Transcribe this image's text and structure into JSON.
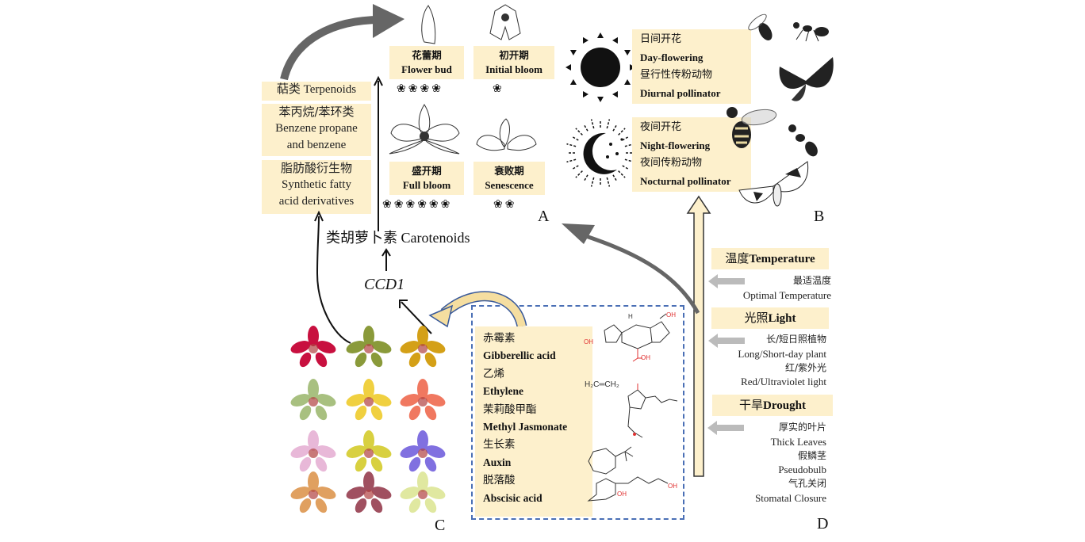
{
  "panels": {
    "a": "A",
    "b": "B",
    "c": "C",
    "d": "D"
  },
  "compounds": [
    {
      "cn": "萜类",
      "en": "Terpenoids"
    },
    {
      "cn": "苯丙烷/苯环类",
      "en": "Benzene propane and benzene"
    },
    {
      "cn": "脂肪酸衍生物",
      "en": "Synthetic fatty acid derivatives"
    }
  ],
  "compounds_display": {
    "c0_line": "萜类 Terpenoids",
    "c1_l1": "苯丙烷/苯环类",
    "c1_l2": "Benzene propane",
    "c1_l3": "and benzene",
    "c2_l1": "脂肪酸衍生物",
    "c2_l2": "Synthetic fatty",
    "c2_l3": "acid derivatives"
  },
  "stages": [
    {
      "cn": "花蕾期",
      "en": "Flower bud",
      "flowers": "❀❀❀❀",
      "flower_count": 4
    },
    {
      "cn": "初开期",
      "en": "Initial bloom",
      "flowers": "❀",
      "flower_count": 1
    },
    {
      "cn": "盛开期",
      "en": "Full bloom",
      "flowers": "❀❀❀❀❀❀",
      "flower_count": 6
    },
    {
      "cn": "衰败期",
      "en": "Senescence",
      "flowers": "❀❀",
      "flower_count": 2
    }
  ],
  "carotenoids": {
    "cn": "类胡萝卜素",
    "en": "Carotenoids",
    "line": "类胡萝卜素 Carotenoids"
  },
  "gene": "CCD1",
  "day": {
    "icon": "sun-icon",
    "l1": "日间开花",
    "l2": "Day-flowering",
    "l3": "昼行性传粉动物",
    "l4": "Diurnal pollinator"
  },
  "night": {
    "icon": "moon-icon",
    "l1": "夜间开花",
    "l2": "Night-flowering",
    "l3": "夜间传粉动物",
    "l4": "Nocturnal pollinator"
  },
  "pollinators": [
    "wasp",
    "ant",
    "butterfly",
    "bee",
    "wasp",
    "moth"
  ],
  "hormones": [
    {
      "cn": "赤霉素",
      "en": "Gibberellic acid"
    },
    {
      "cn": "乙烯",
      "en": "Ethylene"
    },
    {
      "cn": "茉莉酸甲酯",
      "en": "Methyl Jasmonate"
    },
    {
      "cn": "生长素",
      "en": "Auxin"
    },
    {
      "cn": "脱落酸",
      "en": "Abscisic acid"
    }
  ],
  "structure_labels": {
    "oh": "OH",
    "h": "H",
    "ethylene": "H₂C═CH₂"
  },
  "environment": [
    {
      "title_cn": "温度",
      "title_en": "Temperature",
      "items": [
        "最适温度",
        "Optimal Temperature"
      ]
    },
    {
      "title_cn": "光照",
      "title_en": "Light",
      "items": [
        "长/短日照植物",
        "Long/Short-day plant",
        "红/紫外光",
        "Red/Ultraviolet light"
      ]
    },
    {
      "title_cn": "干旱",
      "title_en": "Drought",
      "items": [
        "厚实的叶片",
        "Thick Leaves",
        "假鳞茎",
        "Pseudobulb",
        "气孔关闭",
        "Stomatal Closure"
      ]
    }
  ],
  "orchid_colors": [
    "#c8103f",
    "#8a9a3a",
    "#d4a017",
    "#a8c080",
    "#f0d040",
    "#f07860",
    "#e8b8d8",
    "#d8d040",
    "#8070e0",
    "#e0a060",
    "#a05060",
    "#e0e8a0"
  ],
  "colors": {
    "tan": "#fdf0cc",
    "arrow_gray": "#666666",
    "dash_blue": "#4a6fb5",
    "yellow_arrow": "#f5dea0"
  }
}
